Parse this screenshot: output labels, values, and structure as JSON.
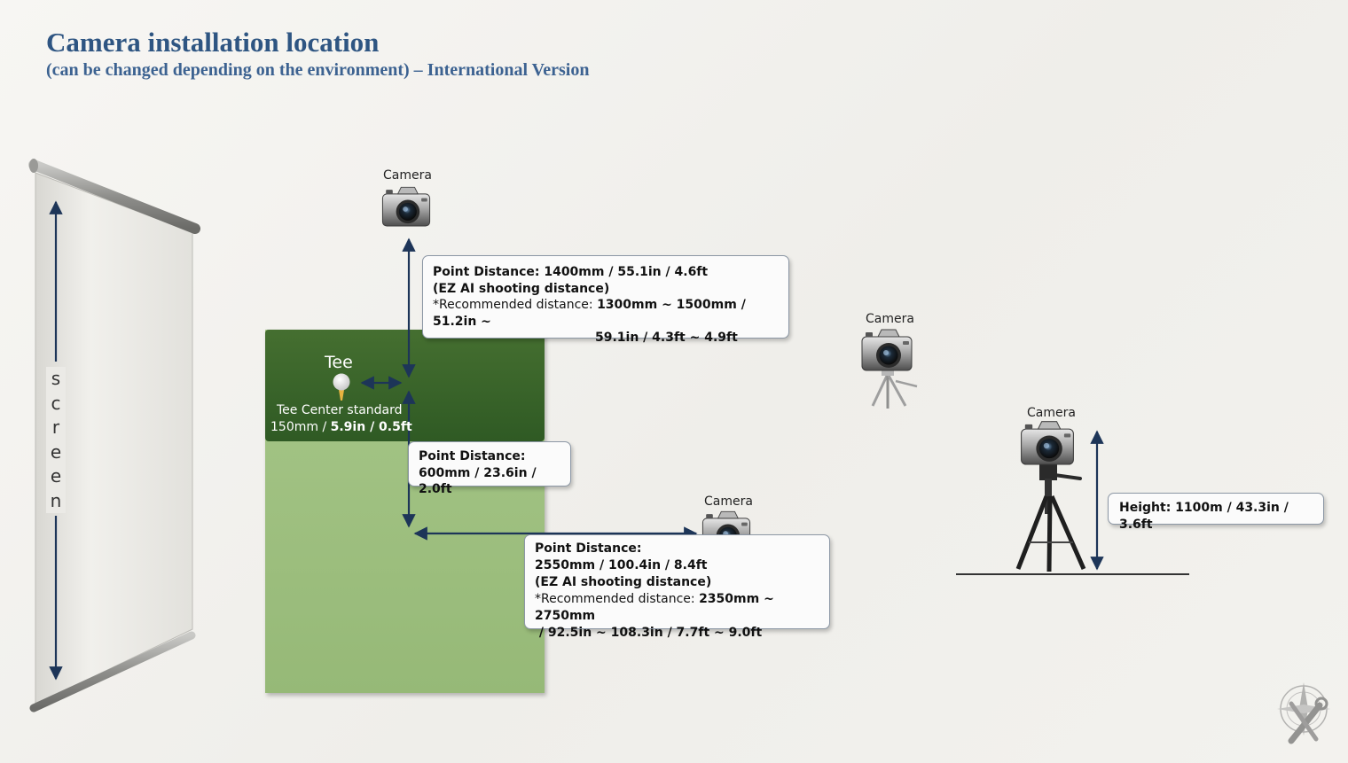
{
  "header": {
    "title": "Camera installation location",
    "subtitle": "(can be changed depending on the environment) – International Version"
  },
  "screen": {
    "letters": [
      "s",
      "c",
      "r",
      "e",
      "e",
      "n"
    ]
  },
  "tee": {
    "label": "Tee",
    "standard": "Tee Center standard",
    "distance_prefix": "150mm / ",
    "distance_bold": "5.9in / 0.5ft"
  },
  "cameras": {
    "top": "Camera",
    "side": "Camera",
    "rear": "Camera",
    "height_view": "Camera"
  },
  "boxes": {
    "top_camera": {
      "line1": "Point Distance: 1400mm / 55.1in / 4.6ft",
      "line2": "(EZ AI shooting distance)",
      "rec_label": "*Recommended distance: ",
      "rec_value_1": "1300mm ~ 1500mm / 51.2in ~",
      "rec_value_2": "59.1in / 4.3ft ~ 4.9ft"
    },
    "tee_to_center": {
      "line1": "Point Distance:",
      "line2": "600mm / 23.6in / 2.0ft"
    },
    "side_camera": {
      "line1": "Point Distance:",
      "line2": "2550mm / 100.4in / 8.4ft",
      "line3": "(EZ AI shooting distance)",
      "rec_label": "*Recommended distance: ",
      "rec_value_1": "2350mm ~ 2750mm",
      "rec_value_2": " / 92.5in ~ 108.3in / 7.7ft ~ 9.0ft"
    },
    "height": {
      "line1": "Height: 1100m / 43.3in / 3.6ft"
    }
  },
  "colors": {
    "title": "#2e5582",
    "arrow": "#1d3558",
    "tee_zone": "#3f6a2c",
    "mat": "#9dbf7e",
    "box_border": "#8c97a5"
  },
  "icons": {
    "camera": "dslr-camera-icon",
    "tripod": "tripod-icon",
    "golf_ball": "golf-ball-icon",
    "compass_tools": "compass-tools-icon"
  }
}
